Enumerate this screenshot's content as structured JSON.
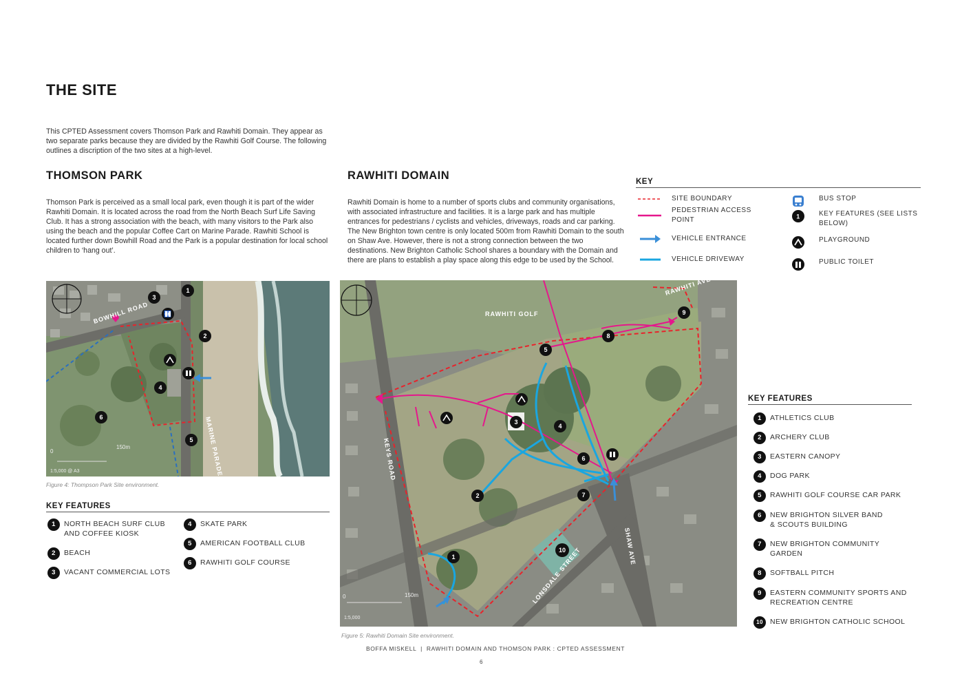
{
  "title": "THE SITE",
  "intro": "This CPTED Assessment covers Thomson Park and Rawhiti Domain. They appear as two separate parks because they are divided by the Rawhiti Golf Course. The following outlines a discription of the two sites at a high-level.",
  "thomson": {
    "heading": "THOMSON PARK",
    "body": "Thomson Park is perceived as a small local park, even though it is part of the wider Rawhiti Domain. It is located across the road from the North Beach Surf Life Saving Club. It has a strong association with the beach, with many visitors to the Park also using the beach and the popular Coffee Cart on Marine Parade. Rawhiti School is located further down Bowhill Road and the Park is a popular destination for local school children to ‘hang out’.",
    "map_labels": {
      "road1": "BOWHILL ROAD",
      "road2": "MARINE PARADE",
      "scale": "150m",
      "scale_zero": "0",
      "ratio": "1:5,000 @ A3"
    },
    "caption": "Figure 4: Thompson Park Site environment.",
    "key_heading": "KEY FEATURES",
    "features": [
      {
        "num": "1",
        "label": "NORTH BEACH SURF CLUB\nAND COFFEE KIOSK"
      },
      {
        "num": "2",
        "label": "BEACH"
      },
      {
        "num": "3",
        "label": "VACANT COMMERCIAL LOTS"
      },
      {
        "num": "4",
        "label": "SKATE PARK"
      },
      {
        "num": "5",
        "label": "AMERICAN FOOTBALL CLUB"
      },
      {
        "num": "6",
        "label": "RAWHITI GOLF COURSE"
      }
    ]
  },
  "rawhiti": {
    "heading": "RAWHITI DOMAIN",
    "body": "Rawhiti Domain is home to a number of sports clubs and community organisations, with associated infrastructure and facilities. It is a large park and has multiple entrances for pedestrians / cyclists and vehicles, driveways, roads and car parking. The New Brighton town centre is only located 500m from Rawhiti Domain to the south on Shaw Ave. However, there is not a strong connection between the two destinations. New Brighton Catholic School shares a boundary with the Domain and there are plans to establish a play space along this edge to be used by the School.",
    "map_labels": {
      "golf": "RAWHITI GOLF",
      "ave": "RAWHITI AVE",
      "keys": "KEYS ROAD",
      "shaw": "SHAW AVE",
      "lonsdale": "LONSDALE STREET",
      "scale": "150m",
      "scale_zero": "0",
      "ratio": "1:5,000"
    },
    "caption": "Figure 5: Rawhiti Domain Site environment."
  },
  "key": {
    "heading": "KEY",
    "items": [
      {
        "label": "SITE BOUNDARY",
        "icon": "dashed-red-line"
      },
      {
        "label": "PEDESTRIAN ACCESS\nPOINT",
        "icon": "magenta-line"
      },
      {
        "label": "VEHICLE ENTRANCE",
        "icon": "blue-arrow"
      },
      {
        "label": "VEHICLE DRIVEWAY",
        "icon": "cyan-line"
      },
      {
        "label": "BUS STOP",
        "icon": "bus-icon"
      },
      {
        "label": "KEY FEATURES (SEE LISTS\nBELOW)",
        "icon": "number-marker"
      },
      {
        "label": "PLAYGROUND",
        "icon": "playground-icon"
      },
      {
        "label": "PUBLIC TOILET",
        "icon": "toilet-icon"
      }
    ],
    "marker_num": "1"
  },
  "rawhiti_features": {
    "heading": "KEY FEATURES",
    "items": [
      {
        "num": "1",
        "label": "ATHLETICS CLUB"
      },
      {
        "num": "2",
        "label": "ARCHERY CLUB"
      },
      {
        "num": "3",
        "label": "EASTERN CANOPY"
      },
      {
        "num": "4",
        "label": "DOG PARK"
      },
      {
        "num": "5",
        "label": "RAWHITI GOLF COURSE CAR PARK"
      },
      {
        "num": "6",
        "label": "NEW BRIGHTON SILVER BAND\n& SCOUTS BUILDING"
      },
      {
        "num": "7",
        "label": "NEW BRIGHTON COMMUNITY\nGARDEN"
      },
      {
        "num": "8",
        "label": "SOFTBALL PITCH"
      },
      {
        "num": "9",
        "label": "EASTERN COMMUNITY SPORTS AND\nRECREATION CENTRE"
      },
      {
        "num": "10",
        "label": "NEW BRIGHTON CATHOLIC SCHOOL"
      }
    ]
  },
  "footer": {
    "left": "BOFFA MISKELL",
    "right": "RAWHITI DOMAIN AND THOMSON PARK : CPTED ASSESSMENT",
    "page": "6"
  },
  "colors": {
    "boundary": "#e8232b",
    "pedestrian": "#e5178c",
    "vehicle_entrance": "#3a8fd8",
    "driveway": "#1aa6e0",
    "marker": "#111111"
  }
}
